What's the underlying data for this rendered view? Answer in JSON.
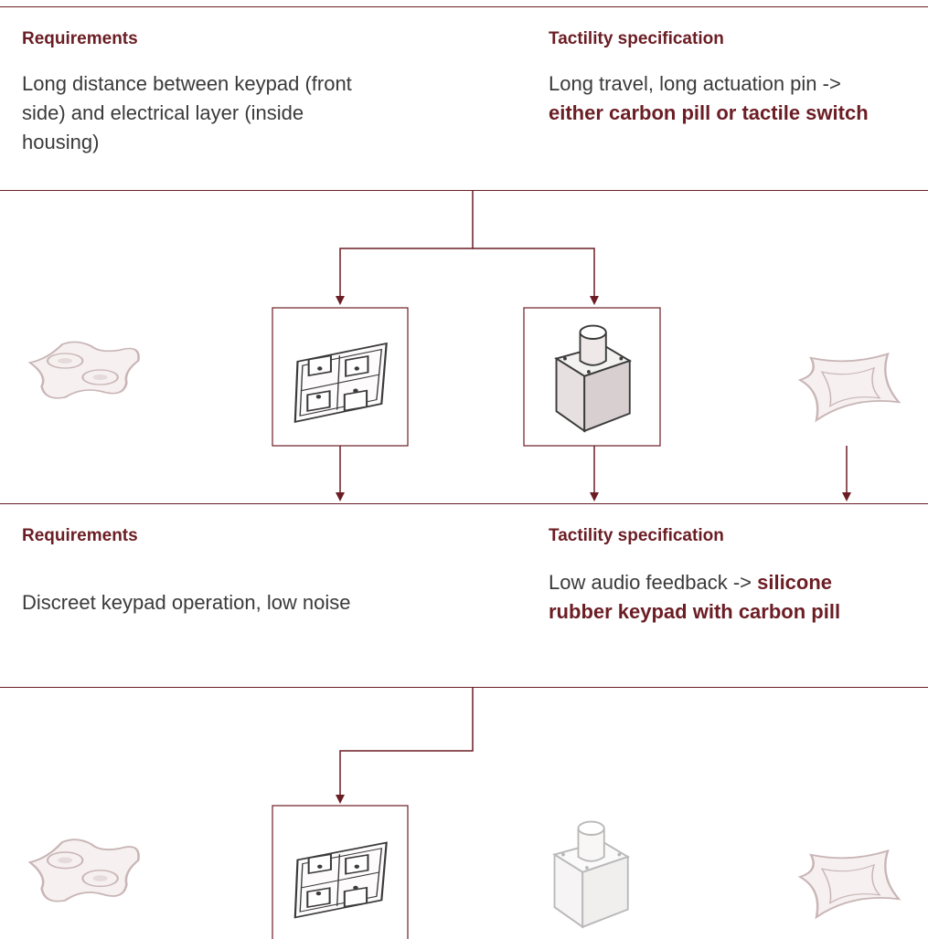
{
  "colors": {
    "accent": "#6b1d24",
    "text": "#3a3a3a",
    "faded": "#c9b5b5"
  },
  "step1": {
    "requirements_heading": "Requirements",
    "requirements_text": "Long distance between keypad (front side) and electrical layer (inside housing)",
    "spec_heading": "Tactility specification",
    "spec_text_plain": "Long travel, long actuation pin -> ",
    "spec_text_bold": "either carbon pill or tactile switch"
  },
  "step2": {
    "requirements_heading": "Requirements",
    "requirements_text": "Discreet keypad operation, low noise",
    "spec_heading": "Tactility specification",
    "spec_text_plain": "Low audio feedback -> ",
    "spec_text_bold": "silicone rubber keypad with carbon pill"
  },
  "sketches": {
    "row1": [
      "dome-membrane-icon",
      "silicone-keypad-icon",
      "tactile-switch-icon",
      "snap-dome-icon"
    ],
    "row2": [
      "dome-membrane-icon",
      "silicone-keypad-icon",
      "tactile-switch-icon",
      "snap-dome-icon"
    ]
  }
}
